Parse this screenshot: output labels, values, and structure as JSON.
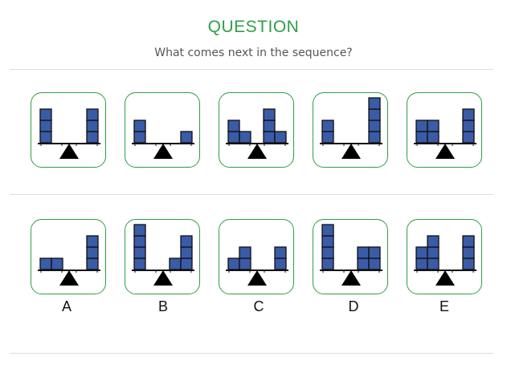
{
  "header": {
    "title": "QUESTION",
    "prompt": "What comes next in the sequence?"
  },
  "colors": {
    "accent": "#2e9e47",
    "block": "#3a5ba6",
    "block_outline": "#111111",
    "divider": "#dddddd"
  },
  "sequence": [
    {
      "left": [
        3
      ],
      "right": [
        3
      ]
    },
    {
      "left": [
        2
      ],
      "right": [
        1
      ]
    },
    {
      "left": [
        2,
        1
      ],
      "right": [
        3,
        1
      ]
    },
    {
      "left": [
        2
      ],
      "right": [
        4
      ]
    },
    {
      "left": [
        2,
        2
      ],
      "right": [
        3
      ]
    }
  ],
  "options": [
    {
      "label": "A",
      "left": [
        1,
        1
      ],
      "right": [
        3
      ]
    },
    {
      "label": "B",
      "left": [
        4
      ],
      "right": [
        1,
        3
      ]
    },
    {
      "label": "C",
      "left": [
        1,
        2
      ],
      "right": [
        2
      ]
    },
    {
      "label": "D",
      "left": [
        4
      ],
      "right": [
        2,
        2
      ]
    },
    {
      "label": "E",
      "left": [
        2,
        3
      ],
      "right": [
        3
      ]
    }
  ]
}
